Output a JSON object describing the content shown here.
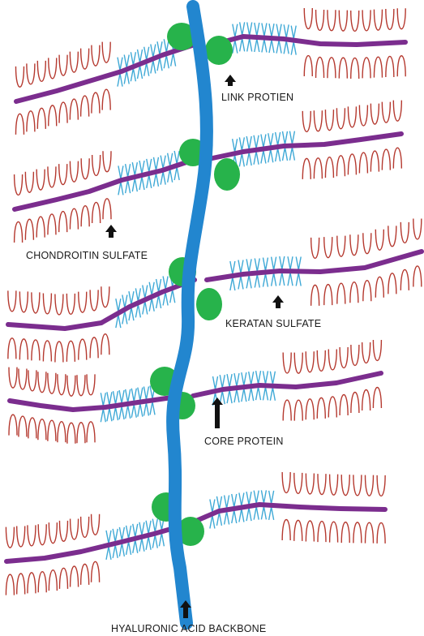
{
  "labels": {
    "link_protein": "LINK PROTIEN",
    "chondroitin_sulfate": "CHONDROITIN SULFATE",
    "keratan_sulfate": "KERATAN SULFATE",
    "core_protein": "CORE PROTEIN",
    "hyaluronic_acid_backbone": "HYALURONIC ACID BACKBONE"
  },
  "colors": {
    "backbone": "#2286cf",
    "core_protein": "#7b2d8e",
    "link_protein": "#27b34b",
    "chondroitin_sulfate": "#b5392f",
    "keratan_sulfate": "#3fa9d6",
    "arrow": "#111111"
  }
}
